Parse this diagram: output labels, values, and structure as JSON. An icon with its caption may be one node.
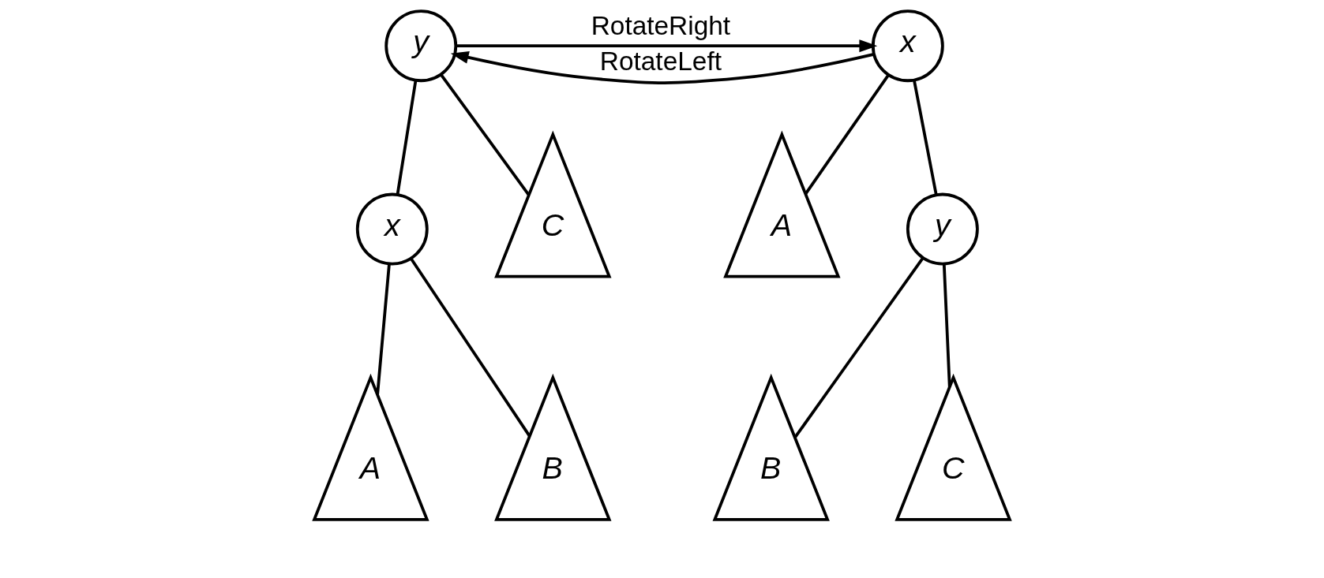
{
  "diagram": {
    "nodes": [
      {
        "text": [
          "y"
        ]
      },
      {
        "text": [
          "x"
        ]
      },
      {
        "text": [
          "A"
        ]
      },
      {
        "text": [
          "B"
        ]
      },
      {
        "text": [
          "C"
        ]
      },
      {
        "text": [
          "x"
        ]
      },
      {
        "text": [
          "A"
        ]
      },
      {
        "text": [
          "y"
        ]
      },
      {
        "text": [
          "B"
        ]
      },
      {
        "text": [
          "C"
        ]
      }
    ],
    "edges": [
      {
        "from": 0,
        "to": 1,
        "arrow": "none"
      },
      {
        "from": 0,
        "to": 4,
        "arrow": "none"
      },
      {
        "from": 1,
        "to": 2,
        "arrow": "none"
      },
      {
        "from": 1,
        "to": 3,
        "arrow": "none"
      },
      {
        "from": 0,
        "to": 5,
        "arrow": "to",
        "label": "RotateRight"
      },
      {
        "from": 5,
        "to": 0,
        "arrow": "to",
        "label": "RotateLeft"
      },
      {
        "from": 5,
        "to": 6,
        "arrow": "none"
      },
      {
        "from": 5,
        "to": 7,
        "arrow": "none"
      },
      {
        "from": 7,
        "to": 8,
        "arrow": "none"
      },
      {
        "from": 7,
        "to": 9,
        "arrow": "none"
      }
    ]
  }
}
